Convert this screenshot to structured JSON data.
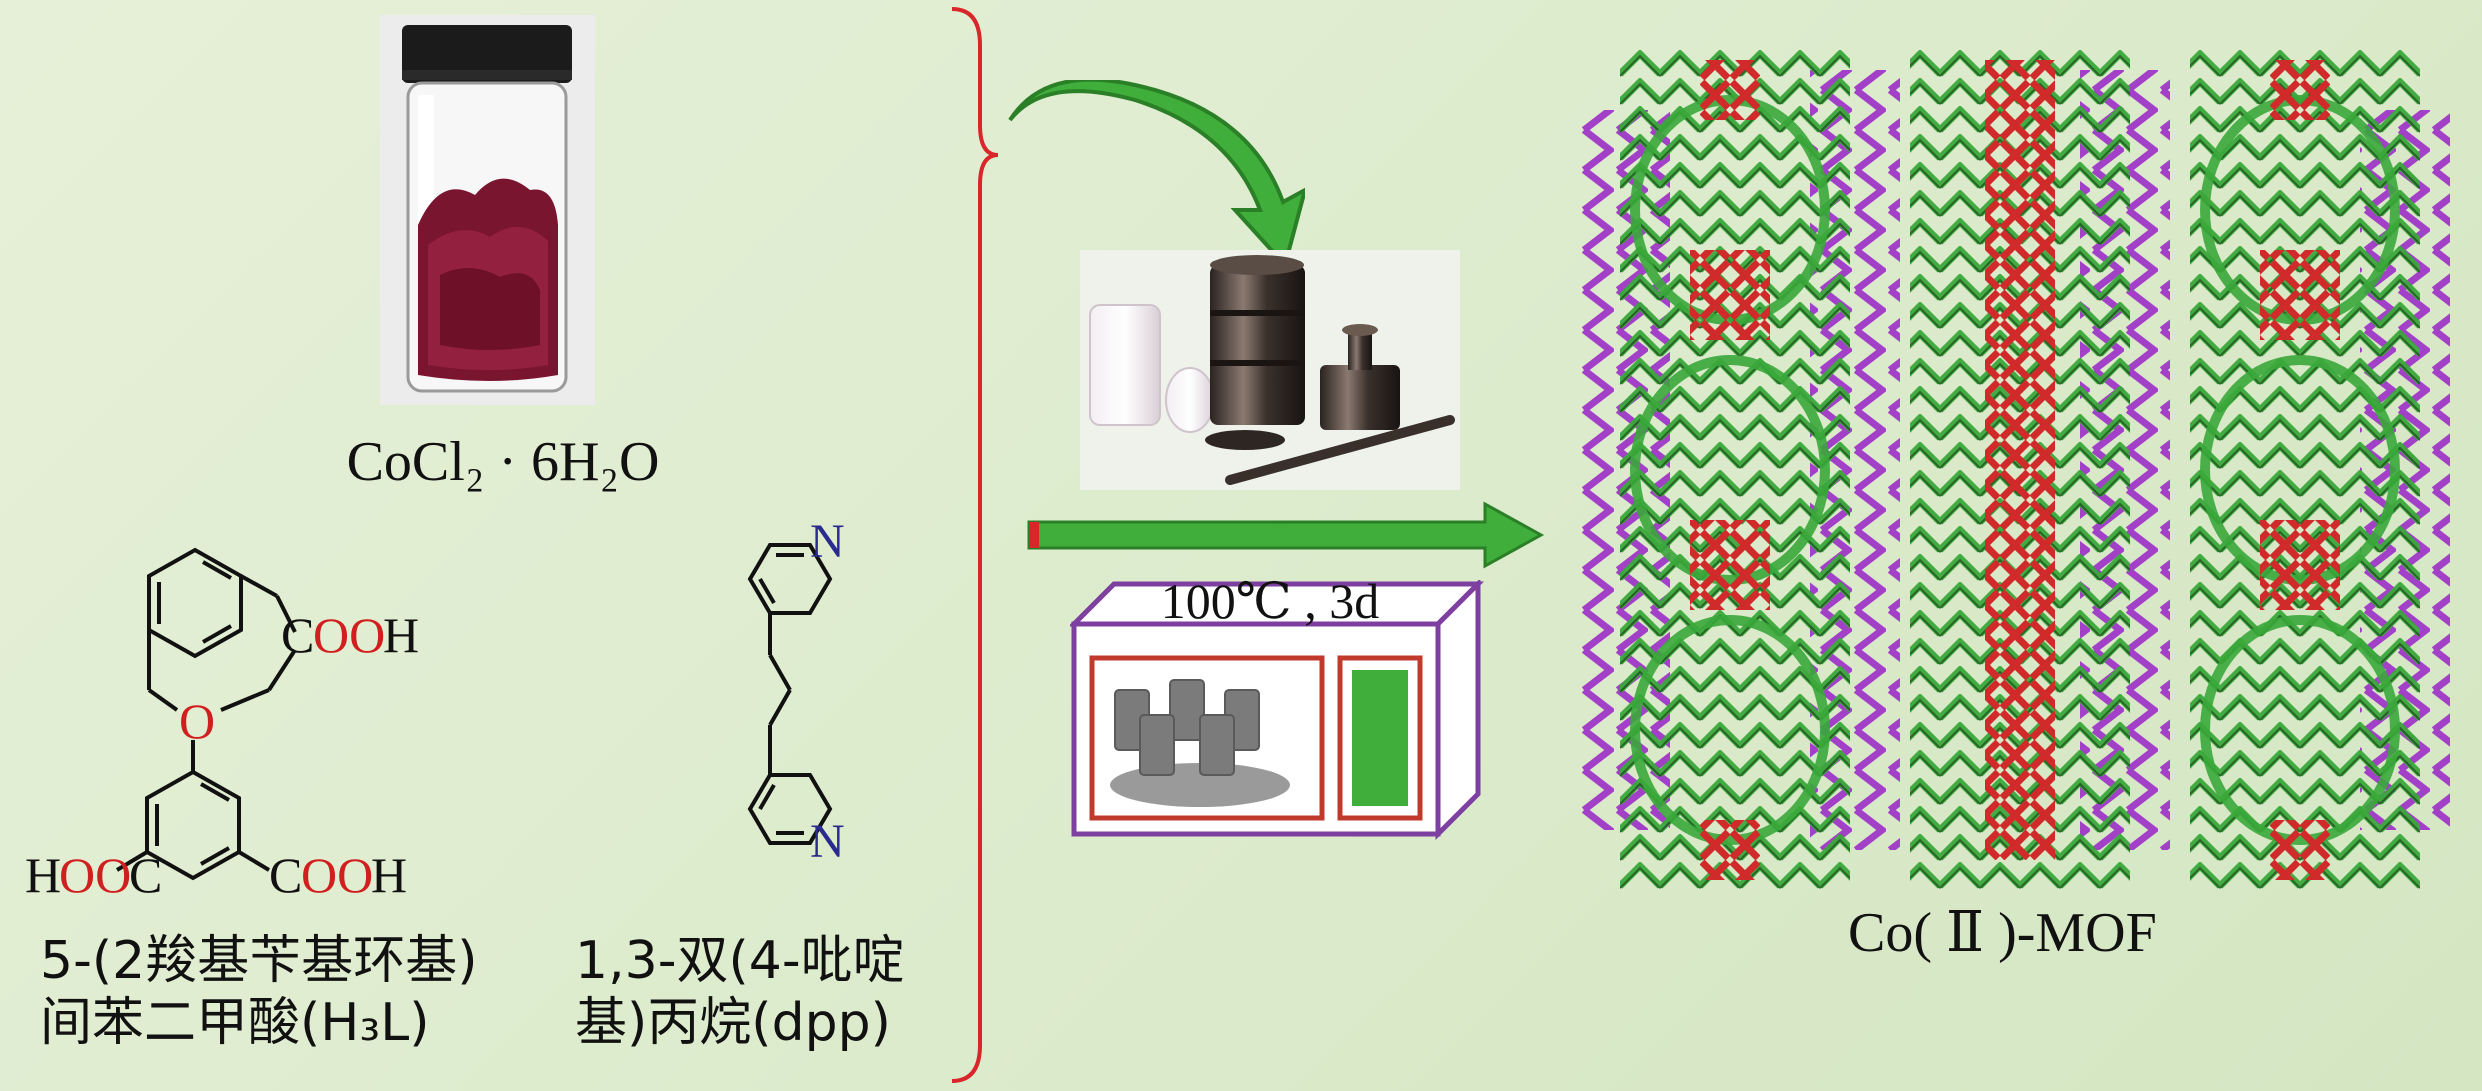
{
  "reagents": {
    "cobalt_salt": {
      "formula": "CoCl₂ · 6H₂O"
    },
    "ligand_h3l": {
      "name_line1": "5-(2羧基苄基环基)",
      "name_line2": "间苯二甲酸(H₃L)"
    },
    "ligand_dpp": {
      "name_line1": "1,3-双(4-吡啶",
      "name_line2": "基)丙烷(dpp)"
    }
  },
  "structure_labels": {
    "cooh_top": [
      "C",
      "OO",
      "H"
    ],
    "ether_o": "O",
    "hooc_left": [
      "H",
      "OO",
      "C"
    ],
    "cooh_right": [
      "C",
      "OO",
      "H"
    ],
    "pyridine_n_top": "N",
    "pyridine_n_bottom": "N"
  },
  "conditions": {
    "text": "100℃ , 3d"
  },
  "product": {
    "label": "Co( Ⅱ )-MOF"
  },
  "colors": {
    "bracket": "#d9262b",
    "arrow_fill": "#3fae3a",
    "arrow_stroke": "#2a7f27",
    "oven_border": "#7d3fa0",
    "oven_window_border": "#c0392b",
    "oxygen_red": "#d11f1f",
    "nitrogen_blue": "#2a2a8f",
    "mof_green": "#3aa83a",
    "mof_purple": "#a340c8",
    "mof_red": "#d12a2a"
  }
}
